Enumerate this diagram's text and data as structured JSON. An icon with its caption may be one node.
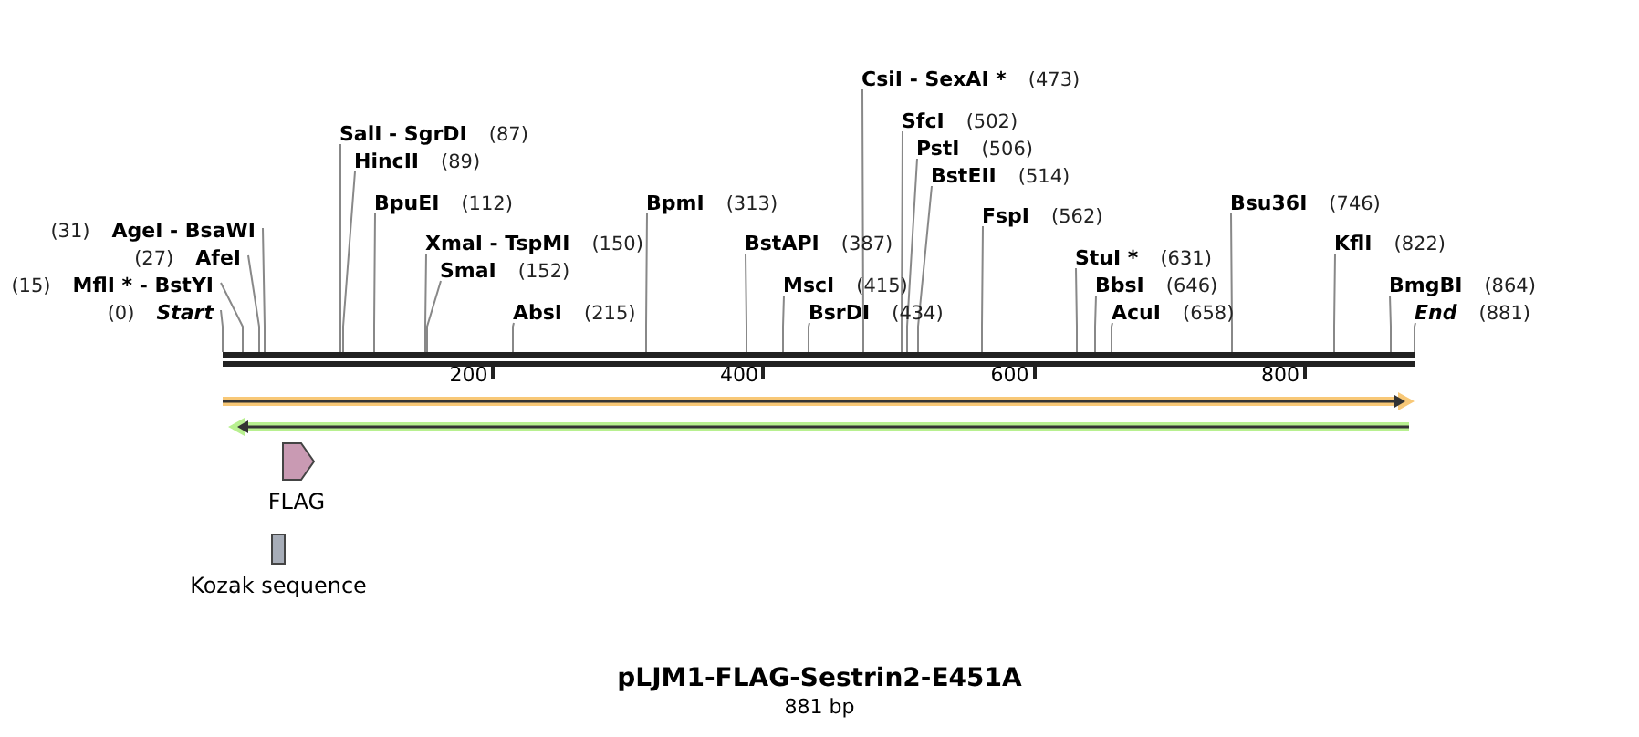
{
  "diagram": {
    "title": "pLJM1-FLAG-Sestrin2-E451A",
    "caption": "881 bp",
    "nodes": [
      {
        "text": [
          "CsiI - SexAI *",
          "(473)"
        ]
      },
      {
        "text": [
          "SalI - SgrDI",
          "(87)"
        ]
      },
      {
        "text": [
          "SfcI",
          "(502)"
        ]
      },
      {
        "text": [
          "PstI",
          "(506)"
        ]
      },
      {
        "text": [
          "HincII",
          "(89)"
        ]
      },
      {
        "text": [
          "BstEII",
          "(514)"
        ]
      },
      {
        "text": [
          "BpuEI",
          "(112)"
        ]
      },
      {
        "text": [
          "BpmI",
          "(313)"
        ]
      },
      {
        "text": [
          "FspI",
          "(562)"
        ]
      },
      {
        "text": [
          "Bsu36I",
          "(746)"
        ]
      },
      {
        "text": [
          "(31)",
          "AgeI - BsaWI"
        ]
      },
      {
        "text": [
          "XmaI - TspMI",
          "(150)"
        ]
      },
      {
        "text": [
          "BstAPI",
          "(387)"
        ]
      },
      {
        "text": [
          "KflI",
          "(822)"
        ]
      },
      {
        "text": [
          "(27)",
          "AfeI"
        ]
      },
      {
        "text": [
          "SmaI",
          "(152)"
        ]
      },
      {
        "text": [
          "MscI",
          "(415)"
        ]
      },
      {
        "text": [
          "StuI *",
          "(631)"
        ]
      },
      {
        "text": [
          "(15)",
          "MflI * - BstYI"
        ]
      },
      {
        "text": [
          "BbsI",
          "(646)"
        ]
      },
      {
        "text": [
          "BmgBI",
          "(864)"
        ]
      },
      {
        "text": [
          "(0)",
          "Start"
        ]
      },
      {
        "text": [
          "AbsI",
          "(215)"
        ]
      },
      {
        "text": [
          "BsrDI",
          "(434)"
        ]
      },
      {
        "text": [
          "AcuI",
          "(658)"
        ]
      },
      {
        "text": [
          "End",
          "(881)"
        ]
      },
      {
        "text": [],
        "shape": "bar"
      },
      {
        "text": [],
        "shape": "arrow"
      },
      {
        "text": [],
        "shape": "arrow"
      },
      {
        "text": [
          "FLAG"
        ]
      },
      {
        "text": [
          "Kozak sequence"
        ]
      }
    ],
    "edges": [
      {
        "from": 0,
        "to": 26,
        "arrow": "none"
      },
      {
        "from": 1,
        "to": 26,
        "arrow": "none"
      },
      {
        "from": 2,
        "to": 26,
        "arrow": "none"
      },
      {
        "from": 3,
        "to": 26,
        "arrow": "none"
      },
      {
        "from": 4,
        "to": 26,
        "arrow": "none"
      },
      {
        "from": 5,
        "to": 26,
        "arrow": "none"
      },
      {
        "from": 6,
        "to": 26,
        "arrow": "none"
      },
      {
        "from": 7,
        "to": 26,
        "arrow": "none"
      },
      {
        "from": 8,
        "to": 26,
        "arrow": "none"
      },
      {
        "from": 9,
        "to": 26,
        "arrow": "none"
      },
      {
        "from": 10,
        "to": 26,
        "arrow": "none"
      },
      {
        "from": 11,
        "to": 26,
        "arrow": "none"
      },
      {
        "from": 12,
        "to": 26,
        "arrow": "none"
      },
      {
        "from": 13,
        "to": 26,
        "arrow": "none"
      },
      {
        "from": 14,
        "to": 26,
        "arrow": "none"
      },
      {
        "from": 15,
        "to": 26,
        "arrow": "none"
      },
      {
        "from": 16,
        "to": 26,
        "arrow": "none"
      },
      {
        "from": 17,
        "to": 26,
        "arrow": "none"
      },
      {
        "from": 18,
        "to": 26,
        "arrow": "none"
      },
      {
        "from": 19,
        "to": 26,
        "arrow": "none"
      },
      {
        "from": 20,
        "to": 26,
        "arrow": "none"
      },
      {
        "from": 21,
        "to": 26,
        "arrow": "none"
      },
      {
        "from": 22,
        "to": 26,
        "arrow": "none"
      },
      {
        "from": 23,
        "to": 26,
        "arrow": "none"
      },
      {
        "from": 24,
        "to": 26,
        "arrow": "none"
      },
      {
        "from": 25,
        "to": 26,
        "arrow": "none"
      }
    ],
    "labels": [
      "200",
      "400",
      "600",
      "800"
    ]
  }
}
